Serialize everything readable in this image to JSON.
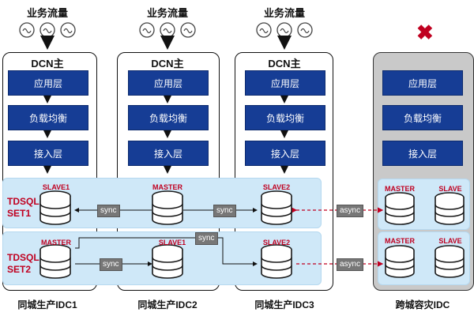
{
  "traffic_label": "业务流量",
  "dcn_label": "DCN主",
  "layers": [
    "应用层",
    "负载均衡",
    "接入层"
  ],
  "sets": [
    "TDSQL\nSET1",
    "TDSQL\nSET2"
  ],
  "roles": {
    "slave1": "SLAVE1",
    "master": "MASTER",
    "slave2": "SLAVE2",
    "slave": "SLAVE"
  },
  "links": {
    "sync": "sync",
    "async": "async"
  },
  "idcs": [
    "同城生产IDC1",
    "同城生产IDC2",
    "同城生产IDC3",
    "跨城容灾IDC"
  ],
  "status": {
    "failed_symbol": "✖"
  },
  "colors": {
    "layer_blue": "#163d95",
    "band_blue": "#cfe8f8",
    "role_red": "#c00020",
    "async_red": "#c00020",
    "dr_gray": "#c9c9c9"
  }
}
